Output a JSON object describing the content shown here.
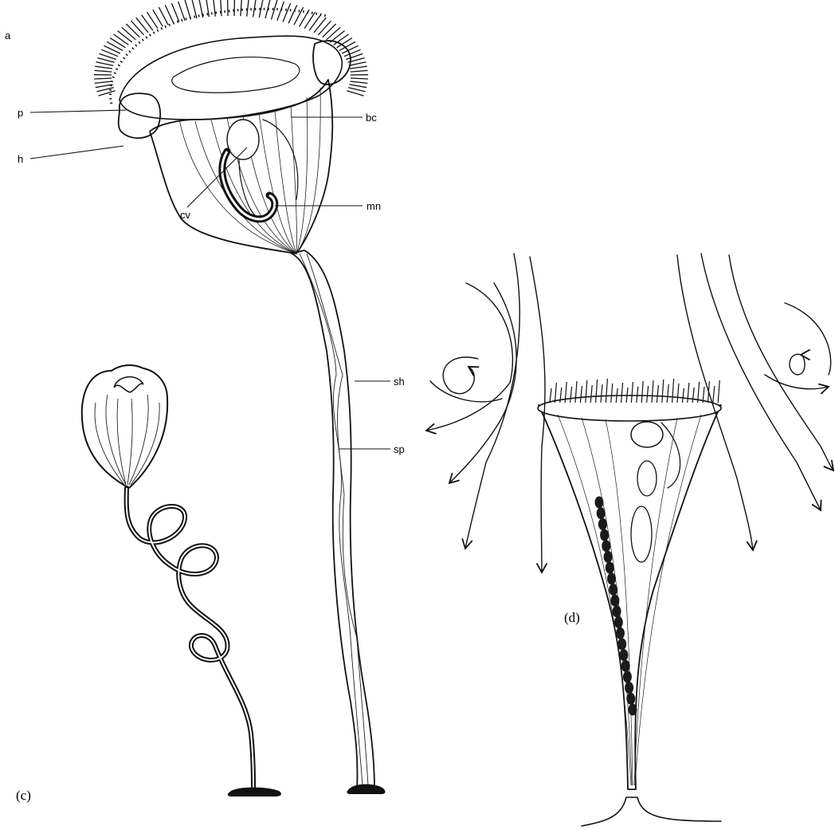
{
  "panel_a": {
    "panel_letter": "a",
    "labels": {
      "p": "p",
      "h": "h",
      "bc": "bc",
      "cv": "cv",
      "mn": "mn",
      "sh": "sh",
      "sp": "sp"
    }
  },
  "panel_c": {
    "caption": "(c)"
  },
  "panel_d": {
    "caption": "(d)"
  },
  "colors": {
    "ink": "#111111",
    "paper": "#ffffff",
    "nucleus": "#1a1a1a"
  }
}
